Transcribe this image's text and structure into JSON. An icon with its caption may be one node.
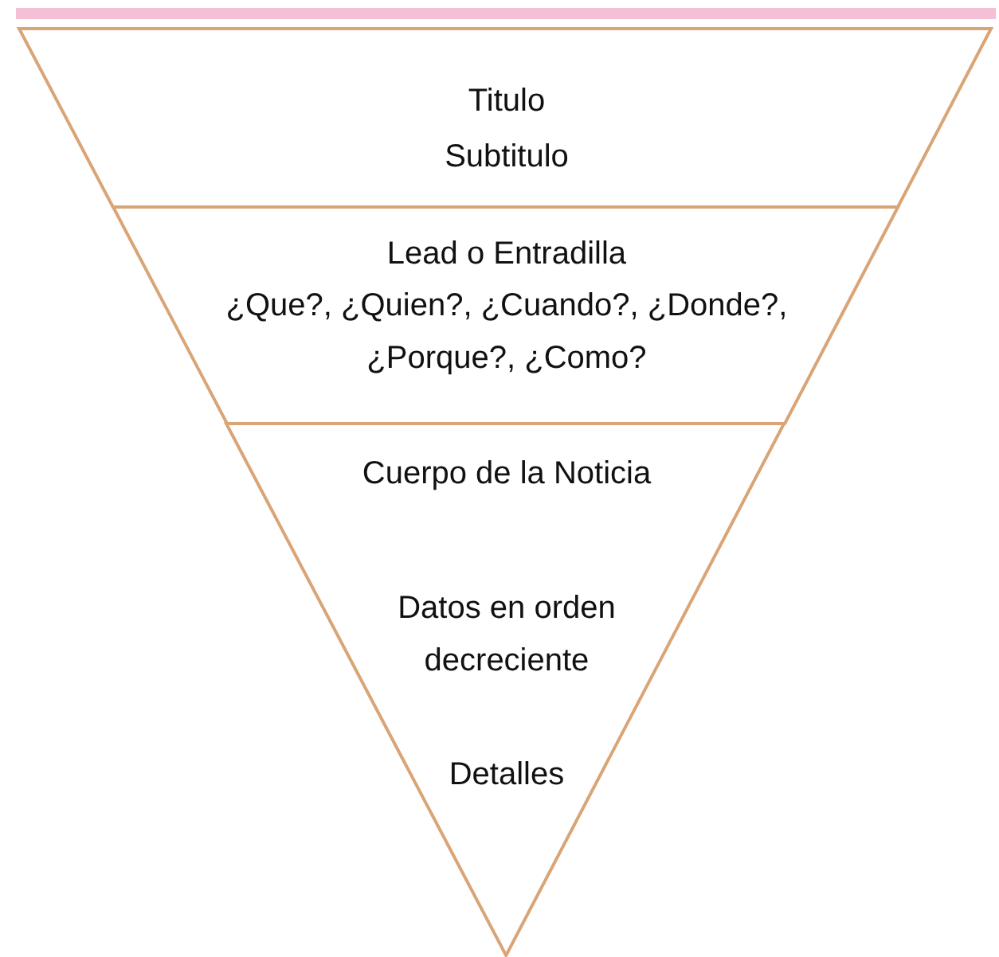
{
  "diagram": {
    "nodes": [
      {
        "text": [
          "Titulo",
          "Subtitulo"
        ]
      },
      {
        "text": [
          "Lead o Entradilla",
          "¿Que?, ¿Quien?, ¿Cuando?, ¿Donde?, ¿Porque?, ¿Como?"
        ]
      },
      {
        "text": [
          "Cuerpo de la Noticia",
          "Datos en orden decreciente",
          "Detalles"
        ]
      }
    ]
  }
}
